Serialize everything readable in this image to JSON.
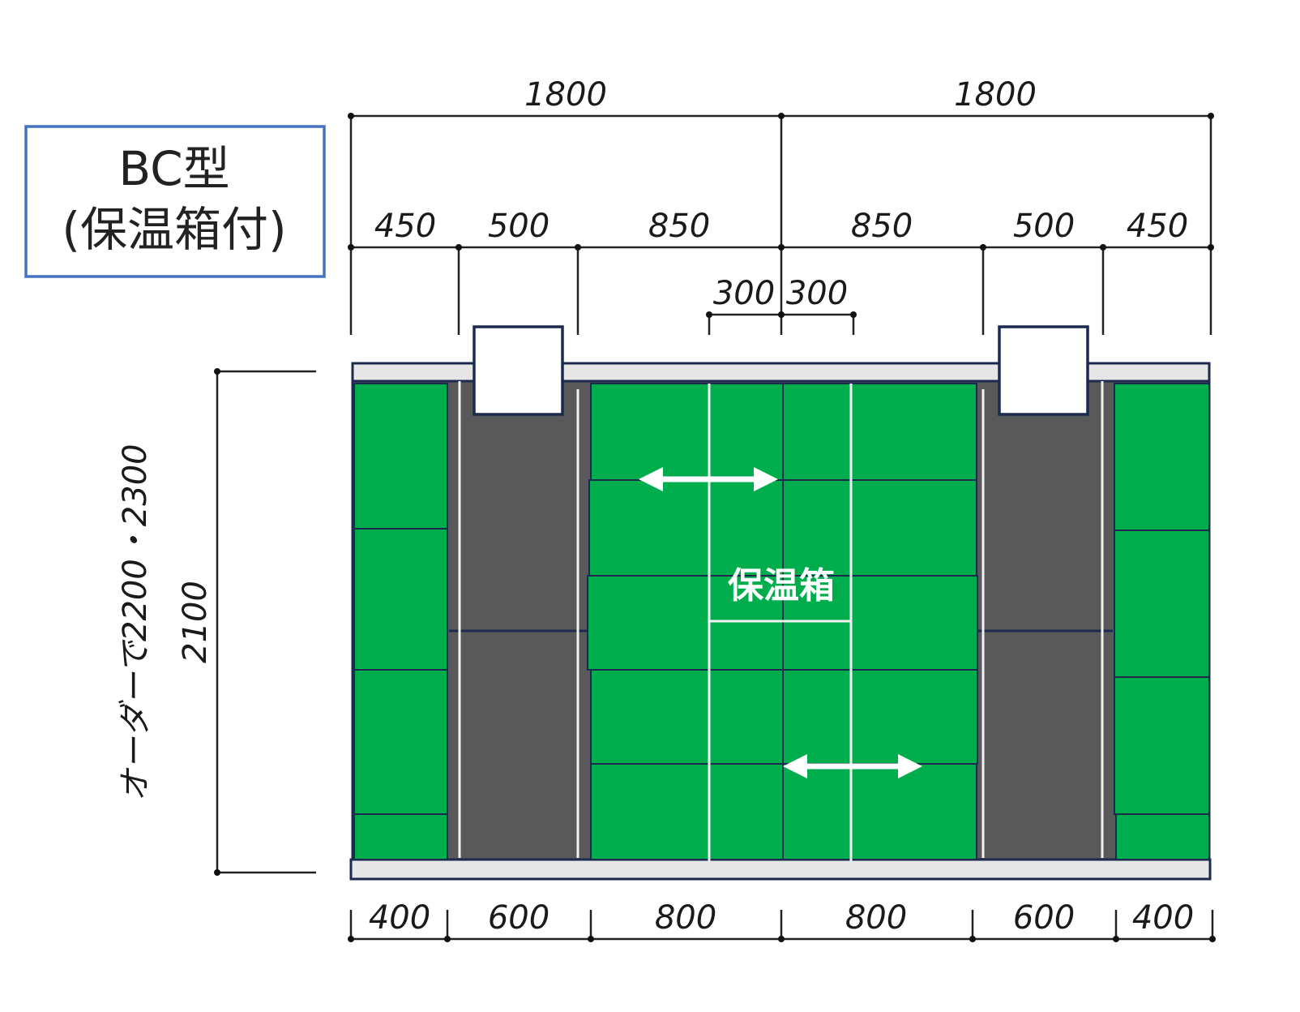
{
  "title": {
    "line1": "BC型",
    "line2": "(保温箱付)"
  },
  "colors": {
    "panel": "#00ad4d",
    "dark": "#595959",
    "rail": "#e6e6e6",
    "frame": "#1b2a4e",
    "title_border": "#4472c4"
  },
  "top_dims": {
    "total": [
      "1800",
      "1800"
    ],
    "segments": [
      "450",
      "500",
      "850",
      "850",
      "500",
      "450"
    ],
    "center": [
      "300",
      "300"
    ]
  },
  "bottom_dims": [
    "400",
    "600",
    "800",
    "800",
    "600",
    "400"
  ],
  "side_dims": {
    "height": "2100",
    "custom": "オーダーで2200・2300"
  },
  "center_label": "保温箱"
}
